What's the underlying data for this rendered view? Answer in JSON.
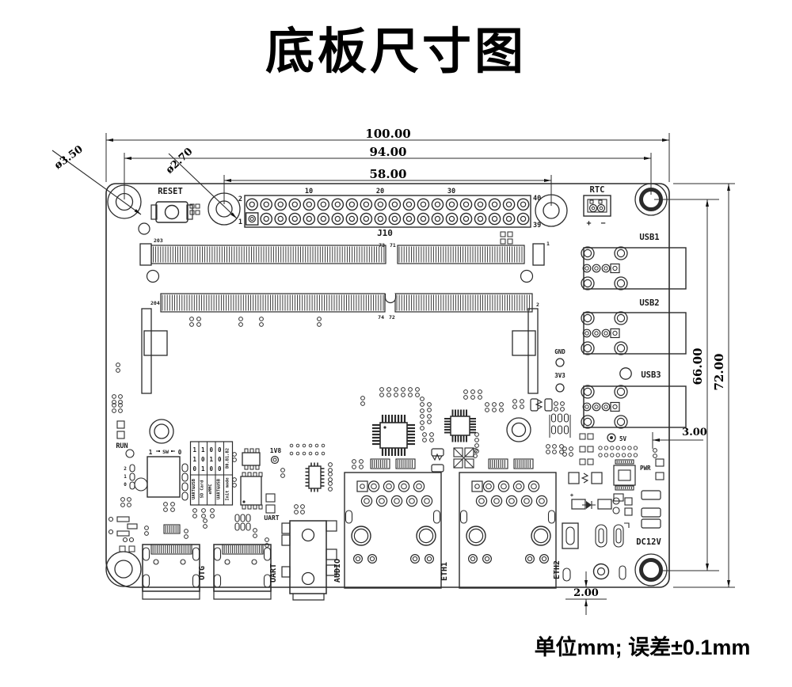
{
  "title": "底板尺寸图",
  "note": "单位mm; 误差±0.1mm",
  "dimensions": {
    "width_total": "100.00",
    "width_mount_holes": "94.00",
    "width_inner_holes": "58.00",
    "height_total": "72.00",
    "height_mount_holes": "66.00",
    "edge_to_5v": "3.00",
    "edge_overhang": "2.00",
    "hole_dia_large": "ø3.50",
    "hole_dia_small": "ø2.70"
  },
  "silkscreen": {
    "reset": "RESET",
    "rtc": "RTC",
    "rtc_polarity": "+ −",
    "j10": "J10",
    "usb1": "USB1",
    "usb2": "USB2",
    "usb3": "USB3",
    "gnd": "GND",
    "v3v3": "3V3",
    "v5": "5V",
    "pwr": "PWR",
    "dc12v": "DC12V",
    "run": "RUN",
    "v1v8": "1V8",
    "uart_chip": "UART",
    "otg": "OTG",
    "uart": "UART",
    "audio": "AUDIO",
    "eth1": "ETH1",
    "eth2": "ETH2",
    "plus": "+"
  },
  "j10_pins": {
    "pin2": "2",
    "pin1": "1",
    "pin40": "40",
    "pin39": "39",
    "col10": "10",
    "col20": "20",
    "col30": "30"
  },
  "sodimm_pins": {
    "p203": "203",
    "p73": "73",
    "p71": "71",
    "p1": "1",
    "p204": "204",
    "p74": "74",
    "p72": "72",
    "p2": "2"
  },
  "boot_switch": {
    "pos1": "1",
    "pos0": "0",
    "sw": "SW",
    "row2": "2",
    "row1": "1",
    "row0": "0"
  },
  "boot_table": {
    "header_bits": "B0,B1,B2",
    "header_mode": "Init mode",
    "rows": [
      {
        "bits": "110",
        "mode": "UART&USB"
      },
      {
        "bits": "101",
        "mode": "SD Card"
      },
      {
        "bits": "010",
        "mode": "eMMC"
      },
      {
        "bits": "000",
        "mode": "UART&USB"
      }
    ]
  },
  "colors": {
    "line": "#2b2b2b",
    "text": "#000000",
    "background": "#ffffff"
  }
}
